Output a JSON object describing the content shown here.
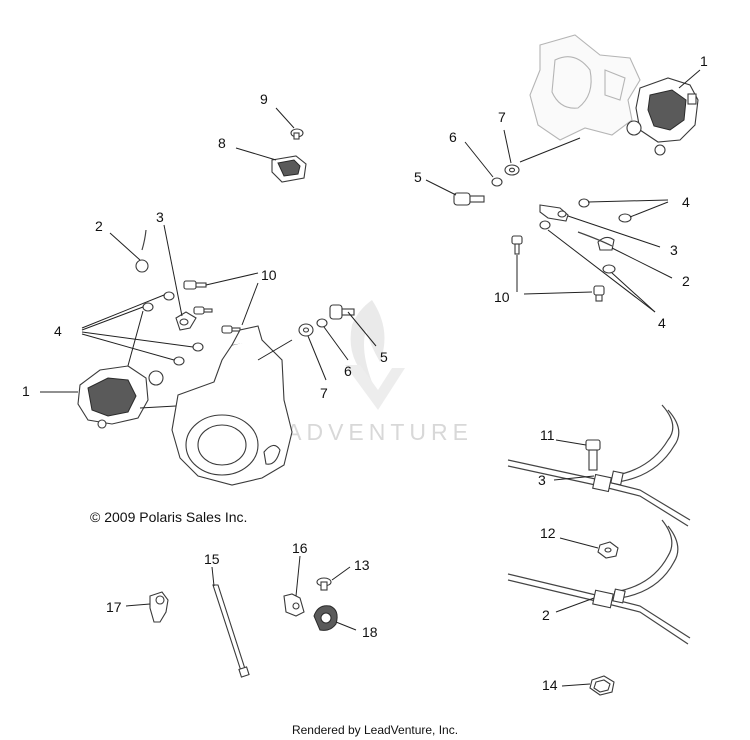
{
  "copyright": "© 2009 Polaris Sales Inc.",
  "footer": "Rendered by LeadVenture, Inc.",
  "watermark": "LEADVENTURE",
  "callouts": {
    "c1_right": "1",
    "c7_right": "7",
    "c6_right": "6",
    "c5_right": "5",
    "c4_right_top": "4",
    "c3_right": "3",
    "c2_right": "2",
    "c10_right": "10",
    "c4_right_bottom": "4",
    "c9": "9",
    "c8": "8",
    "c2_left": "2",
    "c3_left": "3",
    "c10_left": "10",
    "c4_left": "4",
    "c1_left": "1",
    "c5_mid": "5",
    "c6_mid": "6",
    "c7_mid": "7",
    "c11": "11",
    "c3_clip": "3",
    "c12": "12",
    "c2_clip": "2",
    "c14": "14",
    "c15": "15",
    "c16": "16",
    "c13": "13",
    "c17": "17",
    "c18": "18"
  }
}
